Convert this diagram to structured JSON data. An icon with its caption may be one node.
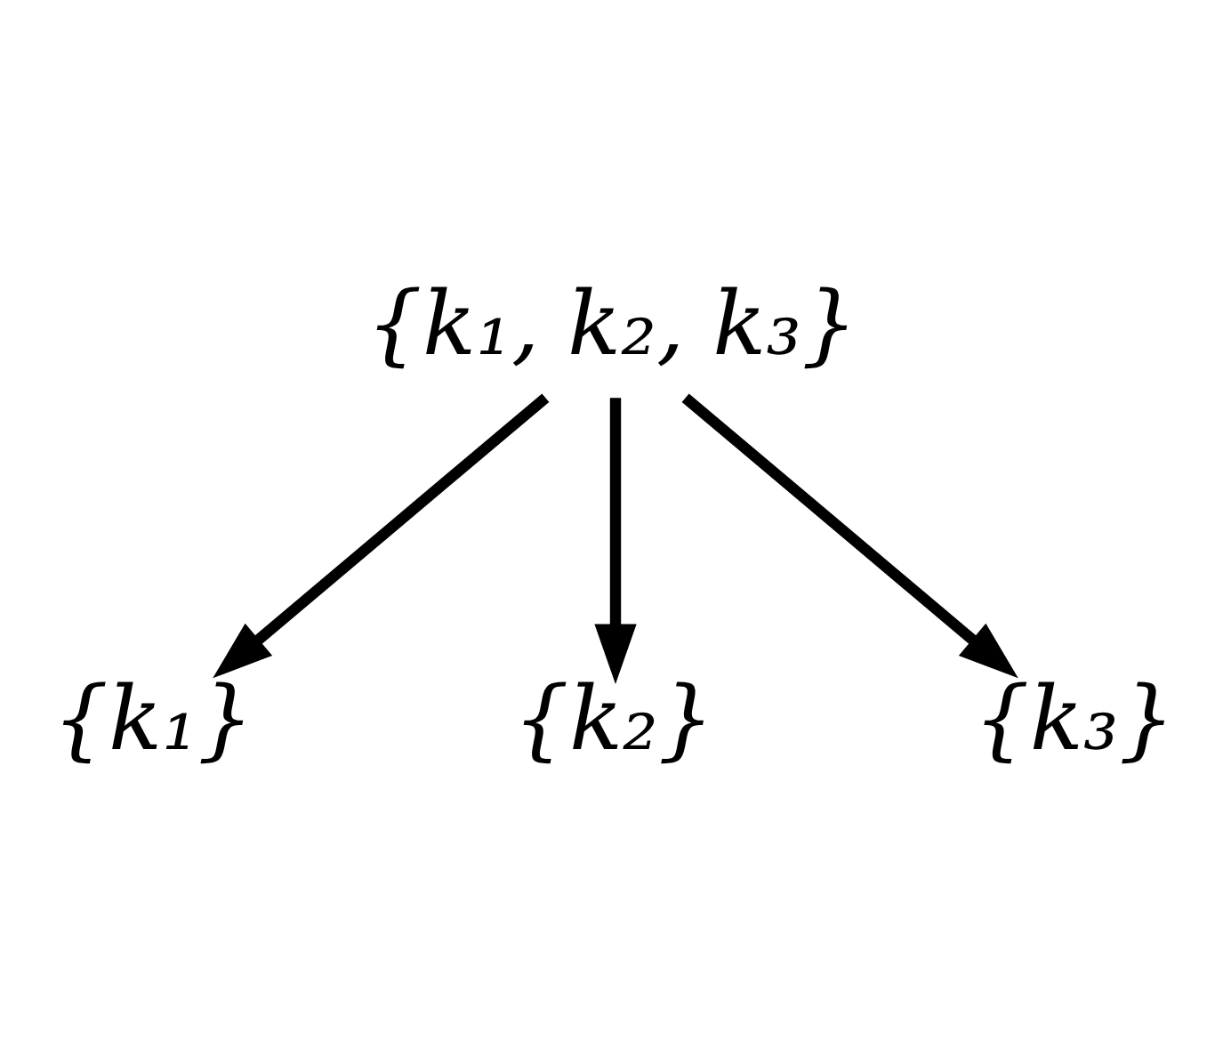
{
  "diagram": {
    "nodes": [
      {
        "text": [
          "{k₁, k₂, k₃}"
        ]
      },
      {
        "text": [
          "{k₁}"
        ]
      },
      {
        "text": [
          "{k₂}"
        ]
      },
      {
        "text": [
          "{k₃}"
        ]
      }
    ],
    "edges": [
      {
        "from": 0,
        "to": 1,
        "arrow": "to"
      },
      {
        "from": 0,
        "to": 2,
        "arrow": "to"
      },
      {
        "from": 0,
        "to": 3,
        "arrow": "to"
      }
    ]
  }
}
